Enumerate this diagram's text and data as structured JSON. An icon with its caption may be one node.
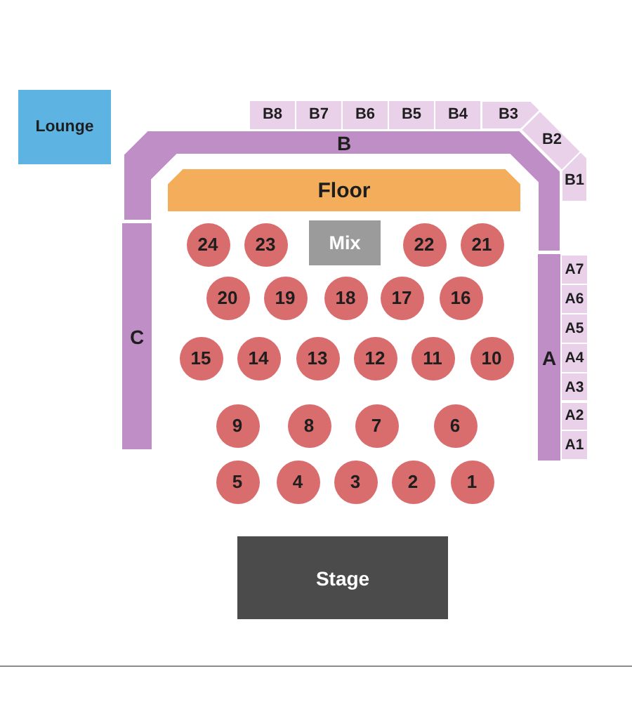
{
  "diagram": {
    "nodes": [
      {
        "text": [
          "Lounge"
        ]
      },
      {
        "text": [
          "B8"
        ]
      },
      {
        "text": [
          "B7"
        ]
      },
      {
        "text": [
          "B6"
        ]
      },
      {
        "text": [
          "B5"
        ]
      },
      {
        "text": [
          "B4"
        ]
      },
      {
        "text": [
          "B3"
        ]
      },
      {
        "text": [
          "B2"
        ]
      },
      {
        "text": [
          "B"
        ]
      },
      {
        "text": [
          "B1"
        ]
      },
      {
        "text": [
          "Floor"
        ]
      },
      {
        "text": [
          "C"
        ]
      },
      {
        "text": [
          "A"
        ]
      },
      {
        "text": [
          "A7"
        ]
      },
      {
        "text": [
          "A6"
        ]
      },
      {
        "text": [
          "A5"
        ]
      },
      {
        "text": [
          "A4"
        ]
      },
      {
        "text": [
          "A3"
        ]
      },
      {
        "text": [
          "A2"
        ]
      },
      {
        "text": [
          "A1"
        ]
      },
      {
        "text": [
          "24"
        ]
      },
      {
        "text": [
          "23"
        ]
      },
      {
        "text": [
          "Mix"
        ]
      },
      {
        "text": [
          "22"
        ]
      },
      {
        "text": [
          "21"
        ]
      },
      {
        "text": [
          "20"
        ]
      },
      {
        "text": [
          "19"
        ]
      },
      {
        "text": [
          "18"
        ]
      },
      {
        "text": [
          "17"
        ]
      },
      {
        "text": [
          "16"
        ]
      },
      {
        "text": [
          "15"
        ]
      },
      {
        "text": [
          "14"
        ]
      },
      {
        "text": [
          "13"
        ]
      },
      {
        "text": [
          "12"
        ]
      },
      {
        "text": [
          "11"
        ]
      },
      {
        "text": [
          "10"
        ]
      },
      {
        "text": [
          "9"
        ]
      },
      {
        "text": [
          "8"
        ]
      },
      {
        "text": [
          "7"
        ]
      },
      {
        "text": [
          "6"
        ]
      },
      {
        "text": [
          "5"
        ]
      },
      {
        "text": [
          "4"
        ]
      },
      {
        "text": [
          "3"
        ]
      },
      {
        "text": [
          "2"
        ]
      },
      {
        "text": [
          "1"
        ]
      },
      {
        "text": [
          "Stage"
        ]
      }
    ]
  }
}
